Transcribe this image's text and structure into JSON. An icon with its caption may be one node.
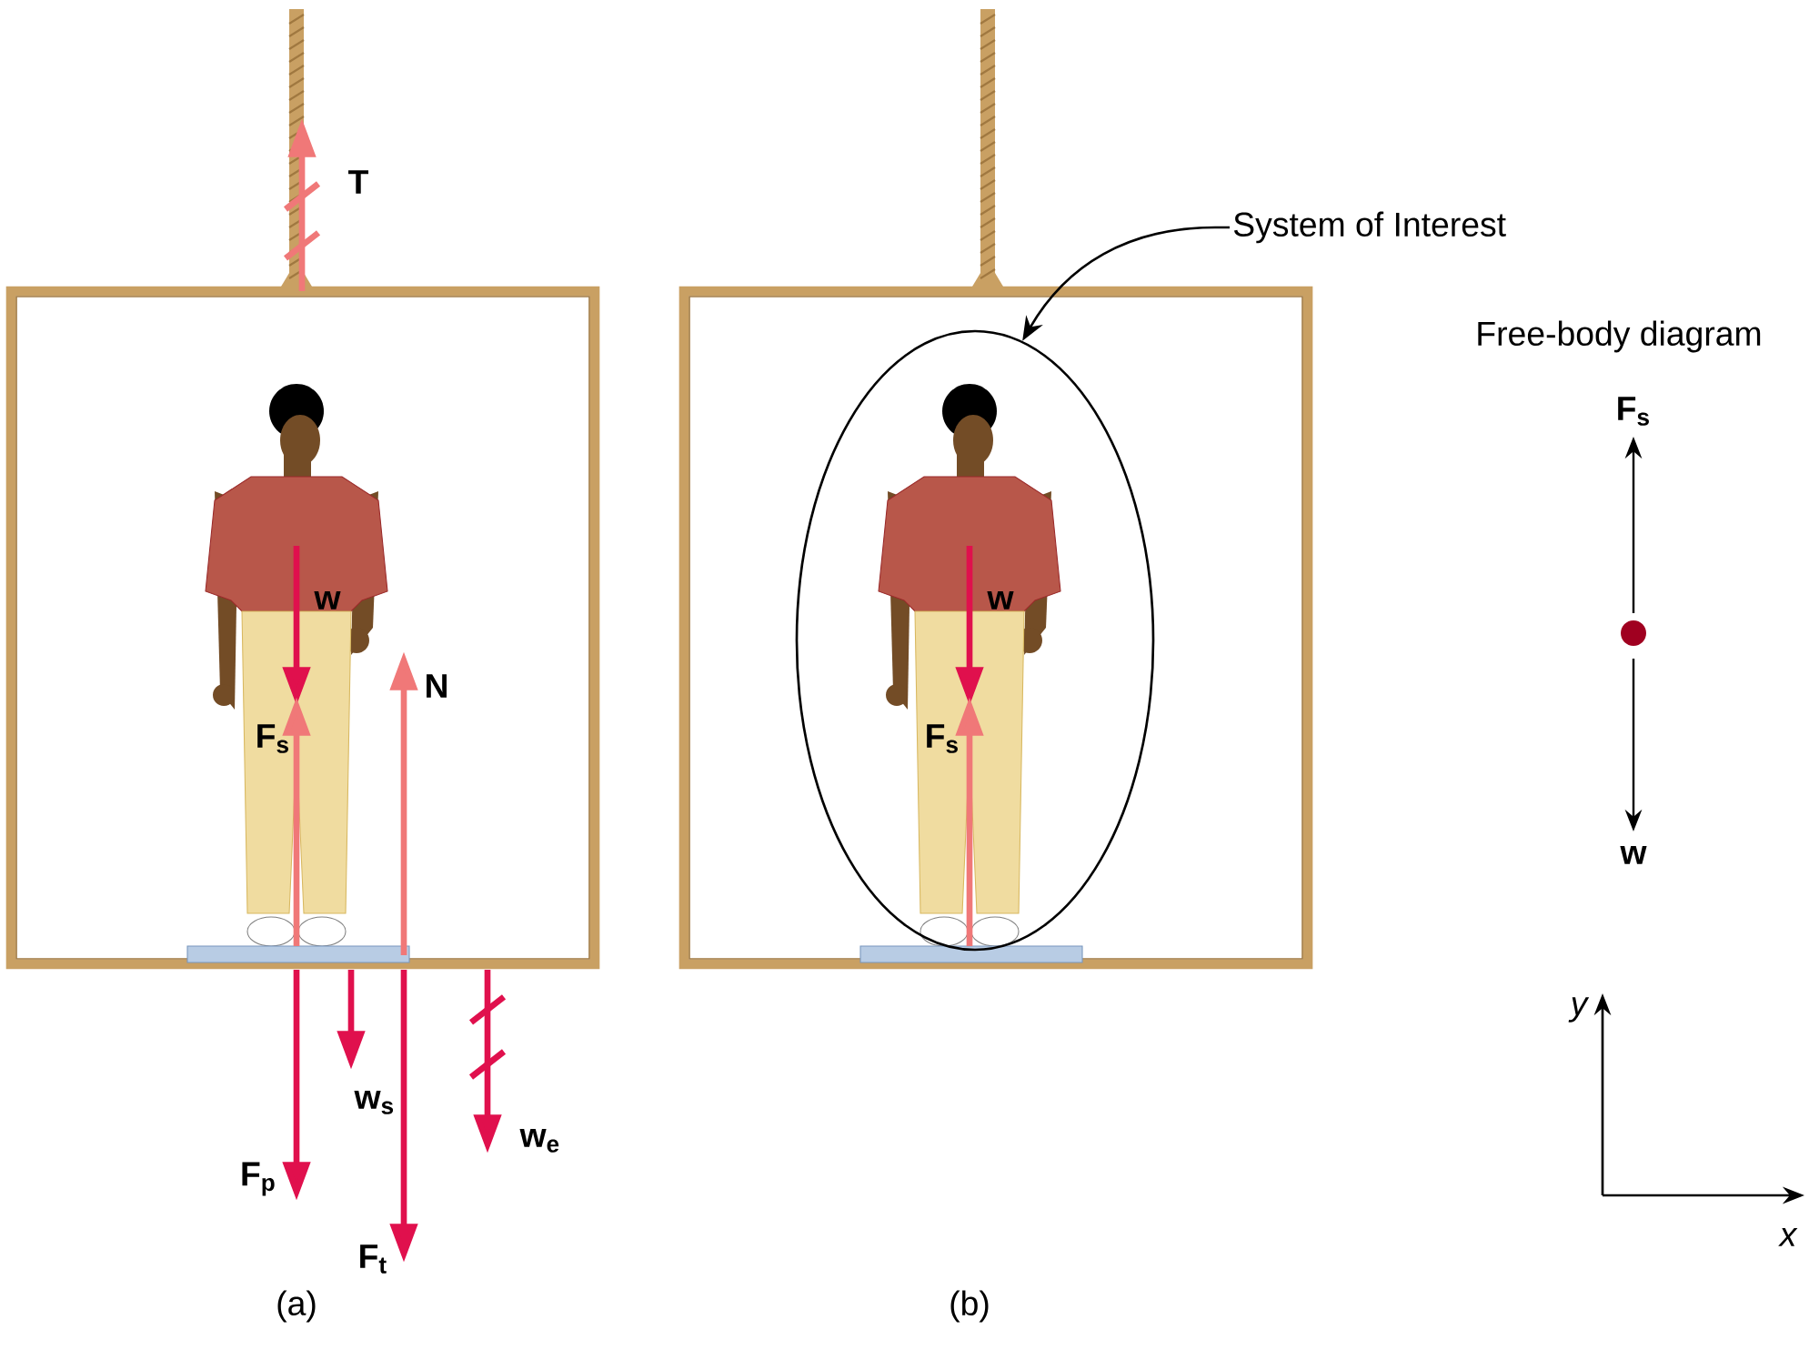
{
  "diagram": {
    "nodes": [
      {
        "text": [
          "System of Interest"
        ]
      },
      {
        "text": [],
        "shape": "ellipse"
      }
    ],
    "edges": [
      {
        "from": 0,
        "to": 1,
        "arrow": "to"
      }
    ],
    "labels": [
      "T",
      "w",
      "N",
      "F$_{s}$",
      "w$_{s}$",
      "w$_{e}$",
      "F$_{p}$",
      "F$_{t}$",
      "(a)",
      "w",
      "F$_{s}$",
      "(b)",
      "Free-body diagram",
      "F$_{s}$",
      "w",
      "y",
      "x"
    ]
  }
}
